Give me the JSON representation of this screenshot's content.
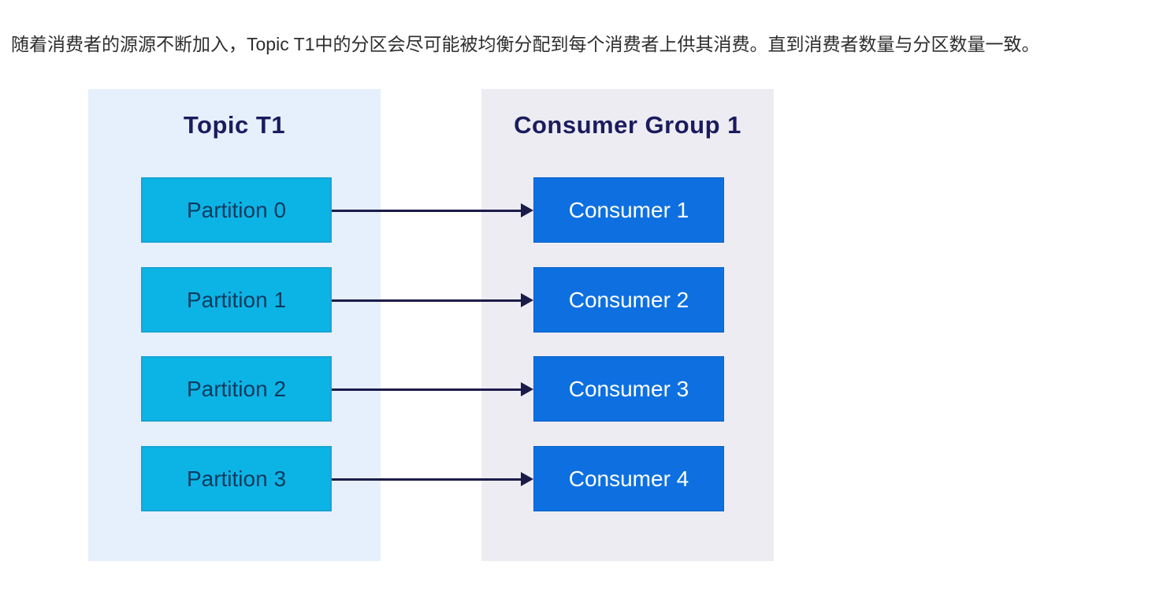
{
  "caption": "随着消费者的源源不断加入，Topic T1中的分区会尽可能被均衡分配到每个消费者上供其消费。直到消费者数量与分区数量一致。",
  "diagram": {
    "topic_panel": {
      "title": "Topic T1",
      "partitions": [
        "Partition 0",
        "Partition 1",
        "Partition 2",
        "Partition 3"
      ]
    },
    "consumer_panel": {
      "title": "Consumer Group 1",
      "consumers": [
        "Consumer 1",
        "Consumer 2",
        "Consumer 3",
        "Consumer 4"
      ]
    },
    "connections": [
      {
        "from": "Partition 0",
        "to": "Consumer 1"
      },
      {
        "from": "Partition 1",
        "to": "Consumer 2"
      },
      {
        "from": "Partition 2",
        "to": "Consumer 3"
      },
      {
        "from": "Partition 3",
        "to": "Consumer 4"
      }
    ],
    "colors": {
      "topic_panel_bg": "#e6effc",
      "consumer_panel_bg": "#edecf2",
      "partition_fill": "#0cb4e6",
      "consumer_fill": "#0e70e0",
      "arrow": "#1b1b4a",
      "heading_text": "#1b1c5e",
      "partition_text": "#0d3a5c",
      "consumer_text": "#ffffff",
      "caption_text": "#2e2e2e"
    }
  }
}
